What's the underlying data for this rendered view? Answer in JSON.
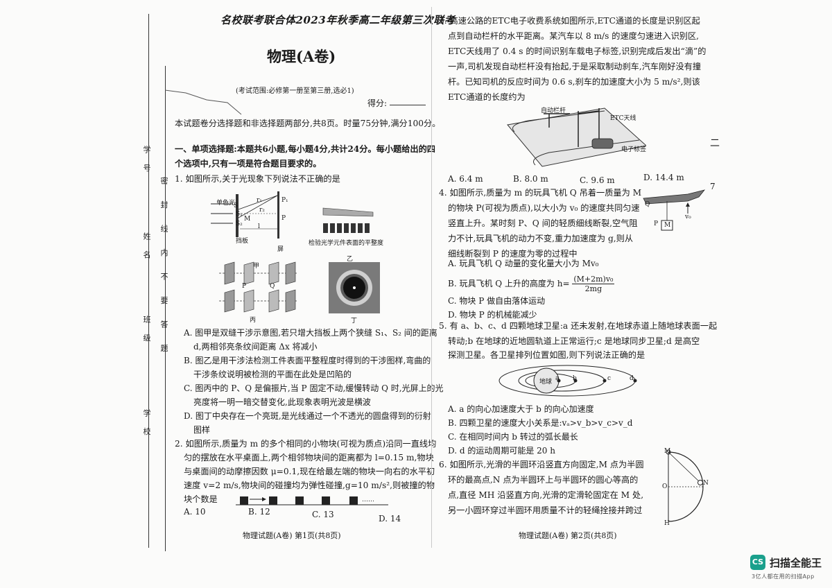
{
  "header": {
    "union_title": "名校联考联合体2023年秋季高二年级第三次联考",
    "subject_title": "物理(A卷)",
    "scope": "(考试范围:必修第一册至第三册,选必1)",
    "score_label": "得分:"
  },
  "binding": {
    "school": "学 校",
    "class": "班 级",
    "name": "姓 名",
    "student_no": "学 号",
    "seal": "密  封  线  内  不  要  答  题"
  },
  "intro": "本试题卷分选择题和非选择题两部分,共8页。时量75分钟,满分100分。",
  "section1": {
    "line1": "一、单项选择题:本题共6小题,每小题4分,共计24分。每小题给出的四",
    "line2": "个选项中,只有一项是符合题目要求的。"
  },
  "q1": {
    "stem": "1. 如图所示,关于光现象下列说法不正确的是",
    "fig_labels": {
      "mono": "单色光",
      "s": "S",
      "s1": "S₁",
      "s2": "S₂",
      "m": "M",
      "r1": "r₁",
      "r2": "r₂",
      "p1": "P₁",
      "p": "P",
      "l": "l",
      "baffle": "挡板",
      "screen": "屏",
      "jia": "甲",
      "yi": "乙",
      "bing": "丙",
      "ding": "丁",
      "flat_caption": "检验光学元件表面的平整度",
      "pol_p": "P",
      "pol_q": "Q"
    },
    "A1": "A. 图甲是双缝干涉示意图,若只增大挡板上两个狭缝 S₁、S₂ 间的距离",
    "A2": "d,两相邻亮条纹间距离 Δx 将减小",
    "B1": "B. 图乙是用干涉法检测工件表面平整程度时得到的干涉图样,弯曲的",
    "B2": "干涉条纹说明被检测的平面在此处是凹陷的",
    "C1": "C. 图丙中的 P、Q 是偏振片,当 P 固定不动,缓慢转动 Q 时,光屏上的光",
    "C2": "亮度将一明一暗交替变化,此现象表明光波是横波",
    "D1": "D. 图丁中央存在一个亮斑,是光线通过一个不透光的圆盘得到的衍射",
    "D2": "图样"
  },
  "q2": {
    "l1": "2. 如图所示,质量为 m 的多个相同的小物块(可视为质点)沿同一直线均",
    "l2": "匀的摆放在水平桌面上,两个相邻物块间的距离都为 l=0.15 m,物块",
    "l3": "与桌面间的动摩擦因数 μ=0.1,现在给最左端的物块一向右的水平初",
    "l4": "速度 v=2 m/s,物块间的碰撞均为弹性碰撞,g=10 m/s²,则被撞的物",
    "l5": "块个数是",
    "dots": "……",
    "A": "A. 10",
    "B": "B. 12",
    "C": "C. 13",
    "D": "D. 14"
  },
  "q3": {
    "l1": "3. 高速公路的ETC电子收费系统如图所示,ETC通道的长度是识别区起",
    "l2": "点到自动栏杆的水平距离。某汽车以 8 m/s 的速度匀速进入识别区,",
    "l3": "ETC天线用了 0.4 s 的时间识别车载电子标签,识别完成后发出“滴”的",
    "l4": "一声,司机发现自动栏杆没有抬起,于是采取制动刹车,汽车刚好没有撞",
    "l5": "杆。已知司机的反应时间为 0.6 s,刹车的加速度大小为 5 m/s²,则该",
    "l6": "ETC通道的长度约为",
    "fig_gate": "自动栏杆",
    "fig_antenna": "ETC天线",
    "fig_tag": "电子标签",
    "A": "A. 6.4 m",
    "B": "B. 8.0 m",
    "C": "C. 9.6 m",
    "D": "D. 14.4 m"
  },
  "q4": {
    "l1": "4. 如图所示,质量为 m 的玩具飞机 Q 吊着一质量为 M",
    "l2": "的物块 P(可视为质点),以大小为 v₀ 的速度共同匀速",
    "l3": "竖直上升。某时刻 P、Q 间的轻质细线断裂,空气阻",
    "l4": "力不计,玩具飞机的动力不变,重力加速度为 g,则从",
    "l5": "细线断裂到 P 的速度为零的过程中",
    "fig_q": "Q",
    "fig_p": "P",
    "fig_m": "M",
    "fig_v": "v₀",
    "A": "A. 玩具飞机 Q 动量的变化量大小为 Mv₀",
    "B_prefix": "B. 玩具飞机 Q 上升的高度为 h=",
    "B_num": "(M+2m)v₀",
    "B_den": "2mg",
    "C": "C. 物块 P 做自由落体运动",
    "D": "D. 物块 P 的机械能减少"
  },
  "q5": {
    "l1": "5. 有 a、b、c、d 四颗地球卫星:a 还未发射,在地球赤道上随地球表面一起",
    "l2": "转动;b 在地球的近地圆轨道上正常运行;c 是地球同步卫星;d 是高空",
    "l3": "探测卫星。各卫星排列位置如图,则下列说法正确的是",
    "fig_earth": "地球",
    "fig_a": "a",
    "fig_b": "b",
    "fig_c": "c",
    "fig_d": "d",
    "A": "A. a 的向心加速度大于 b 的向心加速度",
    "B": "B. 四颗卫星的速度大小关系是:vₐ>v_b>v_c>v_d",
    "C": "C. 在相同时间内 b 转过的弧长最长",
    "D": "D. d 的运动周期可能是 20 h"
  },
  "q6": {
    "l1": "6. 如图所示,光滑的半圆环沿竖直方向固定,M 点为半圆",
    "l2": "环的最高点,N 点为半圆环上与半圆环的圆心等高的",
    "l3": "点,直径 MH 沿竖直方向,光滑的定滑轮固定在 M 处,",
    "l4": "另一小圆环穿过半圆环用质量不计的轻绳拴接并跨过",
    "fig_m": "M",
    "fig_o": "O",
    "fig_n": "N",
    "fig_h": "H"
  },
  "footer": {
    "left": "物理试题(A卷) 第1页(共8页)",
    "right": "物理试题(A卷) 第2页(共8页)"
  },
  "side_marks": {
    "right_top": "二",
    "right_mid": "7"
  },
  "watermark": {
    "badge": "CS",
    "name": "扫描全能王",
    "slogan": "3亿人都在用的扫描App"
  }
}
